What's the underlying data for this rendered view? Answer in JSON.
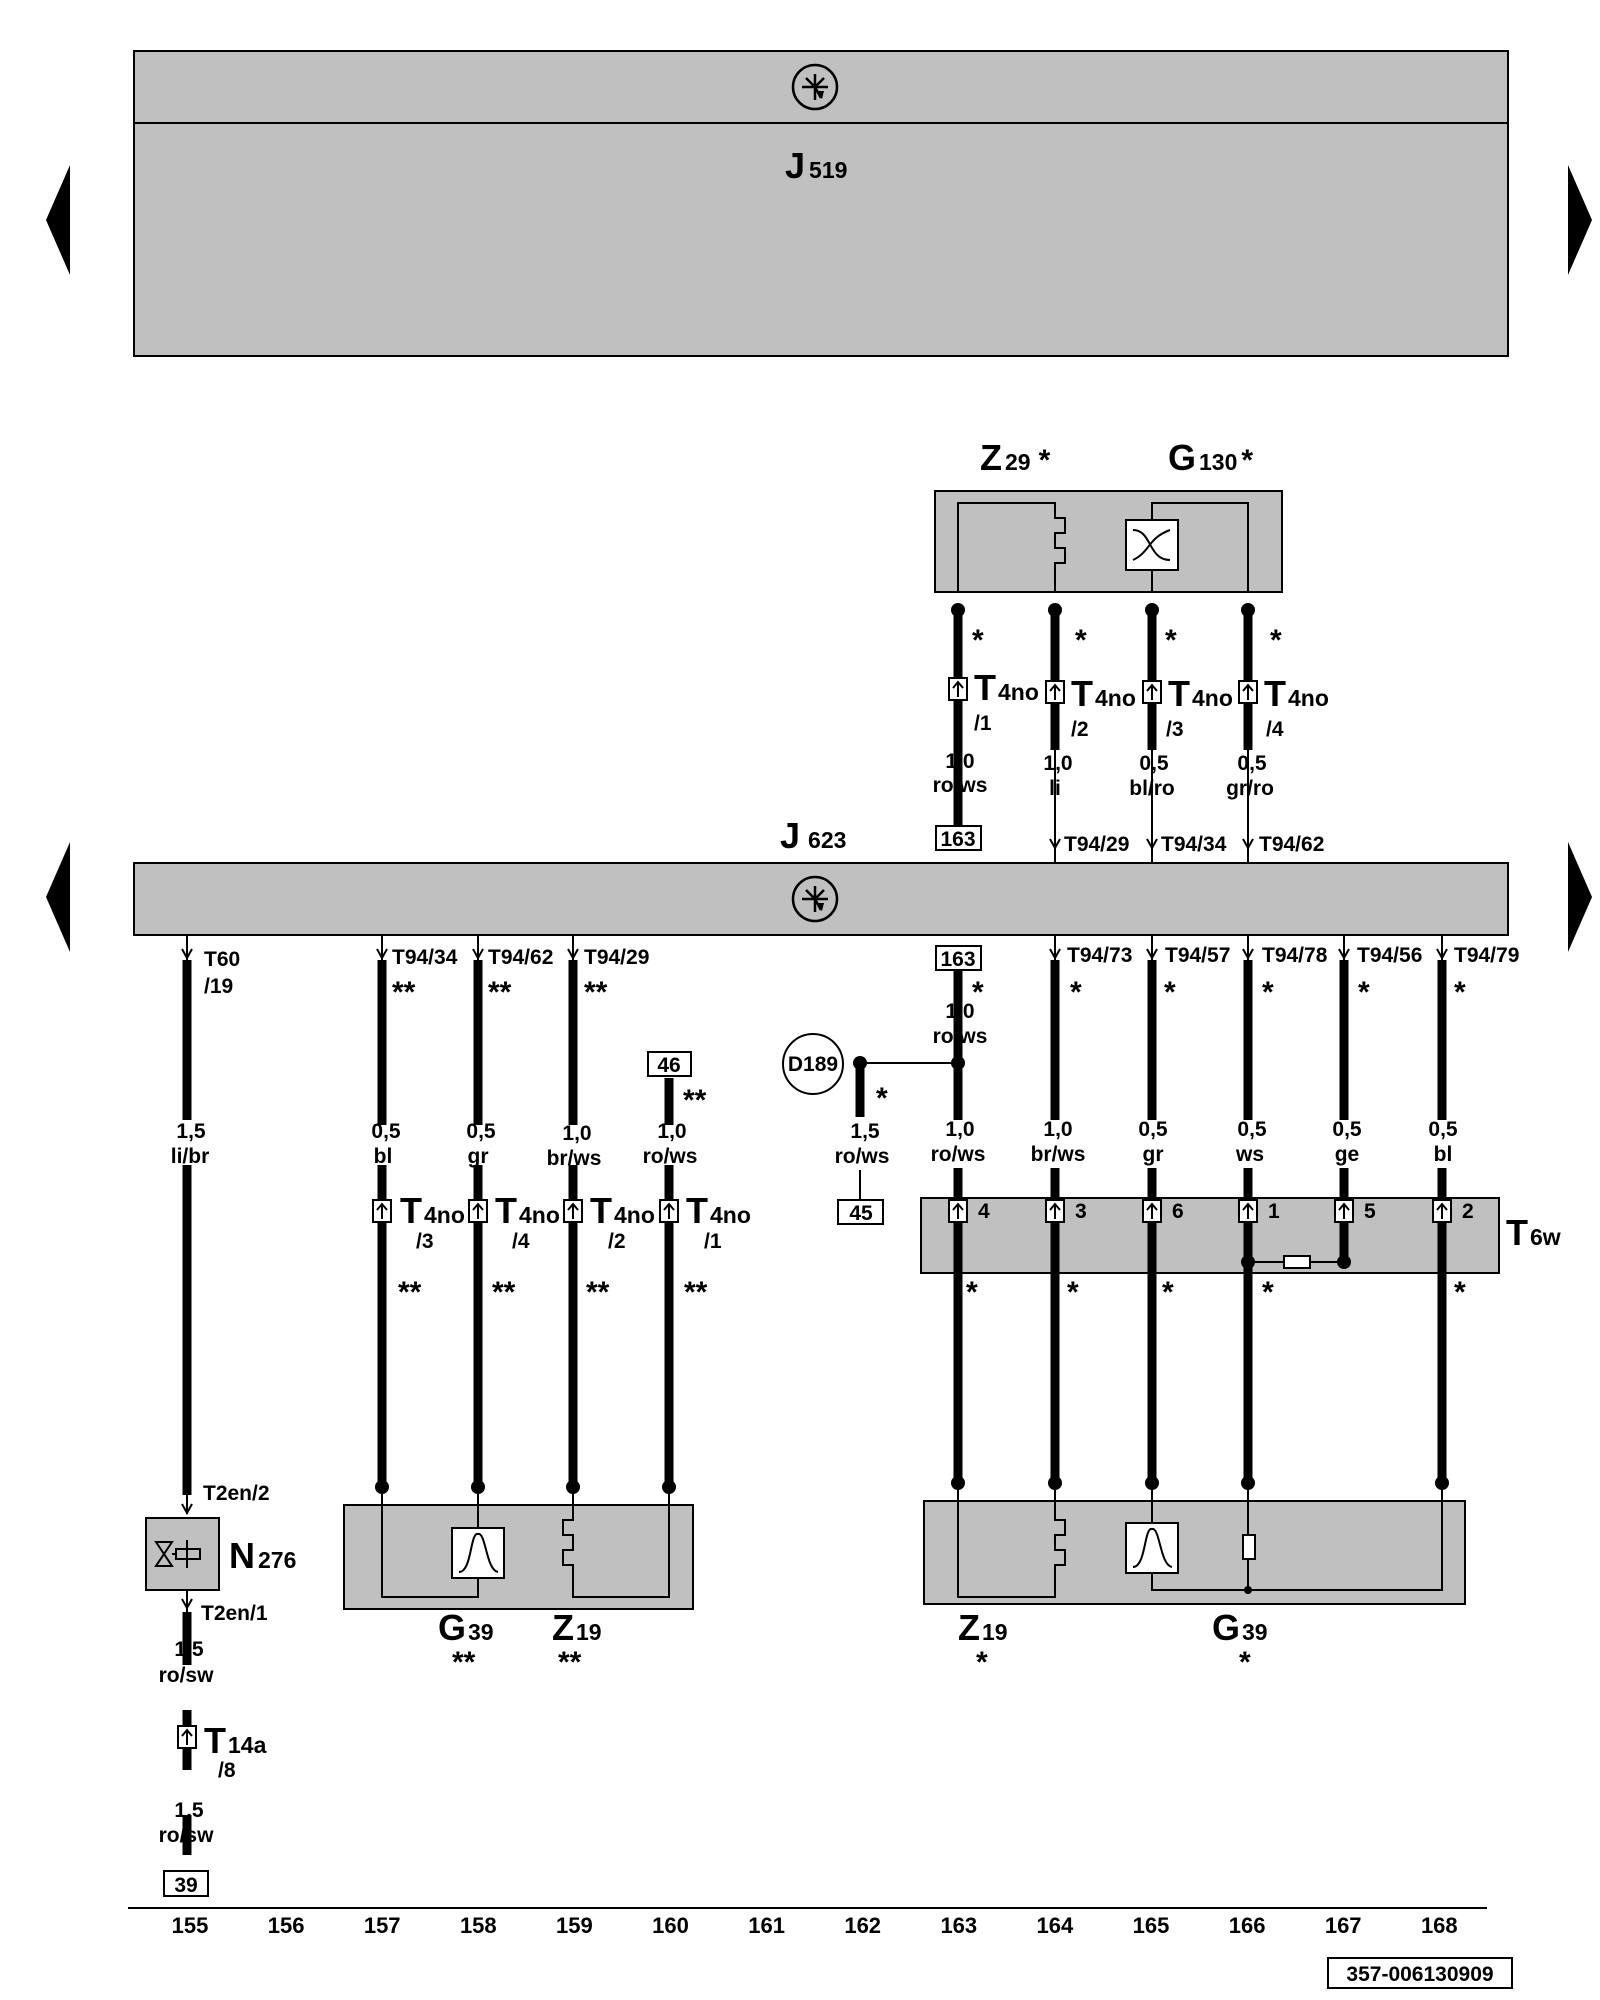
{
  "colors": {
    "housing": "#c0c0c0",
    "wire": "#000000",
    "background": "#ffffff"
  },
  "j519": {
    "label": "J",
    "sub": "519",
    "icon": "control-unit-icon"
  },
  "j623": {
    "label": "J",
    "sub": "623",
    "icon": "control-unit-icon"
  },
  "z29": {
    "label": "Z",
    "sub": "29",
    "mark": "*"
  },
  "g130": {
    "label": "G",
    "sub": "130",
    "mark": "*"
  },
  "n276": {
    "label": "N",
    "sub": "276"
  },
  "t6w": {
    "label": "T",
    "sub": "6w"
  },
  "g39a": {
    "label": "G",
    "sub": "39",
    "mark": "**"
  },
  "z19a": {
    "label": "Z",
    "sub": "19",
    "mark": "**"
  },
  "z19b": {
    "label": "Z",
    "sub": "19",
    "mark": "*"
  },
  "g39b": {
    "label": "G",
    "sub": "39",
    "mark": "*"
  },
  "d189": "D189",
  "doc_id": "357-006130909",
  "columns": [
    "155",
    "156",
    "157",
    "158",
    "159",
    "160",
    "161",
    "162",
    "163",
    "164",
    "165",
    "166",
    "167",
    "168"
  ],
  "top_wires": [
    {
      "conn": "T",
      "csub": "4no",
      "pin": "/1",
      "gauge": "1,0",
      "color": "ro/ws",
      "mark": "*",
      "ref": "163"
    },
    {
      "conn": "T",
      "csub": "4no",
      "pin": "/2",
      "gauge": "1,0",
      "color": "li",
      "mark": "*",
      "pin_label": "T94/29"
    },
    {
      "conn": "T",
      "csub": "4no",
      "pin": "/3",
      "gauge": "0,5",
      "color": "bl/ro",
      "mark": "*",
      "pin_label": "T94/34"
    },
    {
      "conn": "T",
      "csub": "4no",
      "pin": "/4",
      "gauge": "0,5",
      "color": "gr/ro",
      "mark": "*",
      "pin_label": "T94/62"
    }
  ],
  "col155": {
    "pin_top": "T60",
    "pin_top2": "/19",
    "gauge1": "1,5",
    "color1": "li/br",
    "pin_n1": "T2en/2",
    "pin_n2": "T2en/1",
    "gauge2": "1,5",
    "color2": "ro/sw",
    "conn": "T",
    "csub": "14a",
    "cpin": "/8",
    "gauge3": "1,5",
    "color3": "ro/sw",
    "ref": "39"
  },
  "left_wires": [
    {
      "pin": "T94/34",
      "gauge": "0,5",
      "color": "bl",
      "conn": "T",
      "csub": "4no",
      "cpin": "/3",
      "mark": "**"
    },
    {
      "pin": "T94/62",
      "gauge": "0,5",
      "color": "gr",
      "conn": "T",
      "csub": "4no",
      "cpin": "/4",
      "mark": "**"
    },
    {
      "pin": "T94/29",
      "gauge": "1,0",
      "color": "br/ws",
      "conn": "T",
      "csub": "4no",
      "cpin": "/2",
      "mark": "**"
    },
    {
      "ref": "46",
      "gauge": "1,0",
      "color": "ro/ws",
      "conn": "T",
      "csub": "4no",
      "cpin": "/1",
      "mark": "**"
    }
  ],
  "d189_wire": {
    "gauge": "1,5",
    "color": "ro/ws",
    "mark": "*",
    "ref": "45"
  },
  "col163": {
    "ref": "163",
    "gauge": "1,0",
    "color": "ro/ws",
    "mark": "*",
    "gauge2": "1,0",
    "color2": "ro/ws",
    "pin": "4"
  },
  "right_wires": [
    {
      "pin_label": "T94/73",
      "gauge": "1,0",
      "color": "br/ws",
      "pin": "3",
      "mark": "*"
    },
    {
      "pin_label": "T94/57",
      "gauge": "0,5",
      "color": "gr",
      "pin": "6",
      "mark": "*"
    },
    {
      "pin_label": "T94/78",
      "gauge": "0,5",
      "color": "ws",
      "pin": "1",
      "mark": "*"
    },
    {
      "pin_label": "T94/56",
      "gauge": "0,5",
      "color": "ge",
      "pin": "5",
      "mark": "*"
    },
    {
      "pin_label": "T94/79",
      "gauge": "0,5",
      "color": "bl",
      "pin": "2",
      "mark": "*"
    }
  ]
}
